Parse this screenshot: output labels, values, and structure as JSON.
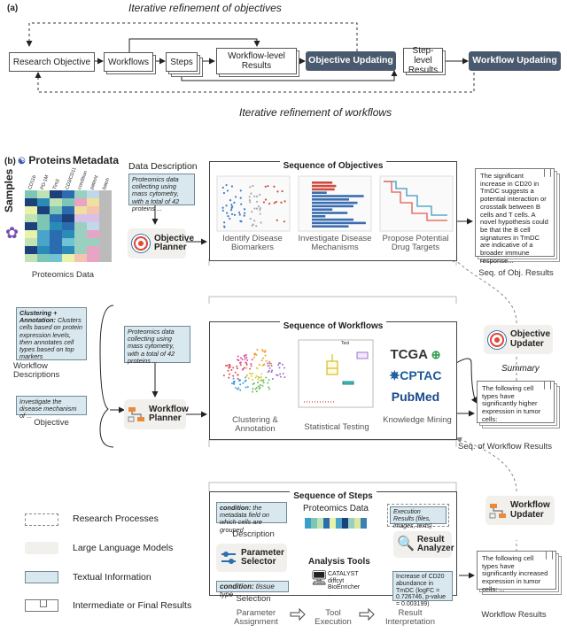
{
  "part_a": {
    "label": "(a)",
    "top_arrow_label": "Iterative refinement of objectives",
    "bottom_arrow_label": "Iterative refinement of workflows",
    "boxes": {
      "research_objective": "Research Objective",
      "workflows": "Workflows",
      "steps": "Steps",
      "workflow_level_results": "Workflow-level Results",
      "objective_updating": "Objective Updating",
      "step_level_results": "Step-level Results",
      "workflow_updating": "Workflow Updating"
    }
  },
  "part_b": {
    "label": "(b)",
    "heatmap": {
      "proteins": "Proteins",
      "metadata": "Metadata",
      "samples": "Samples",
      "column_labels": [
        "CD11b",
        "PD-1M",
        "Tim3",
        "CD3/CD11",
        "condition",
        "patient",
        "batch"
      ],
      "caption": "Proteomics Data",
      "colors": [
        "#1d3f7a",
        "#2b6cb0",
        "#4aa3c8",
        "#7dc6b6",
        "#bfe3b4",
        "#e9f2a8",
        "#6fc3d4",
        "#2a8bb8"
      ]
    },
    "data_description": {
      "title": "Data Description",
      "text": "Proteomics data collecting using mass cytometry, with a total of 42 proteins ..."
    },
    "objective_planner": "Objective Planner",
    "sequence_of_objectives": {
      "title": "Sequence of Objectives",
      "items": [
        "Identify Disease Biomarkers",
        "Investigate Disease Mechanisms",
        "Propose Potential Drug Targets"
      ]
    },
    "obj_result_doc": "The significant increase in CD20 in TmDC suggests a potential interaction or crosstalk between B cells and T cells. A novel hypothesis could be that the B cell signatures in TmDC are indicative of a broader immune response...",
    "obj_results_caption": "Seq. of Obj. Results",
    "workflow_desc_note1": {
      "bold": "Clustering + Annotation:",
      "text": "Clusters cells based on protein expression levels, then annotates cell types based on top markers"
    },
    "workflow_desc_note2": "Proteomics data collecting using mass cytometry, with a total of 42 proteins ...",
    "workflow_descriptions_caption": "Workflow Descriptions",
    "objective_note": "Investigate the disease mechanism of ...",
    "objective_caption": "Objective",
    "workflow_planner": "Workflow Planner",
    "sequence_of_workflows": {
      "title": "Sequence of Workflows",
      "items": [
        "Clustering & Annotation",
        "Statistical Testing",
        "Knowledge Mining"
      ],
      "logos": [
        "TCGA",
        "CPTAC",
        "PubMed"
      ],
      "chart_title": "Test"
    },
    "objective_updater": "Objective Updater",
    "summary_label": "Summary",
    "wf_result_doc": "The following cell types have significantly higher expression in tumor cells:",
    "wf_results_caption": "Seq. of Workflow Results",
    "sequence_of_steps": {
      "title": "Sequence of Steps",
      "condition_note": {
        "bold": "condition:",
        "text": "the metadata field on which cells are grouped"
      },
      "description_label": "Description",
      "parameter_selector": "Parameter Selector",
      "selection_note": {
        "bold": "condition:",
        "text": "tissue type"
      },
      "selection_label": "Selection",
      "proteomics_data": "Proteomics Data",
      "analysis_tools": "Analysis Tools",
      "tools_list": [
        "CATALYST",
        "diffcyt",
        "BioEnricher",
        "..."
      ],
      "execution_results": "Execution Results (files, images, texts)",
      "result_analyzer": "Result Analyzer",
      "analysis_note": "Increase of CD20 abundance in TmDC (logFC = 0.726746, p-value = 0.003199)",
      "stages": [
        "Parameter Assignment",
        "Tool Execution",
        "Result Interpretation"
      ]
    },
    "workflow_updater": "Workflow Updater",
    "step_result_doc": "The following cell types have significantly increased expression in tumor cells: ...",
    "workflow_results_caption": "Workflow Results",
    "legend": [
      "Research Processes",
      "Large Language Models",
      "Textual Information",
      "Intermediate or Final Results"
    ]
  }
}
